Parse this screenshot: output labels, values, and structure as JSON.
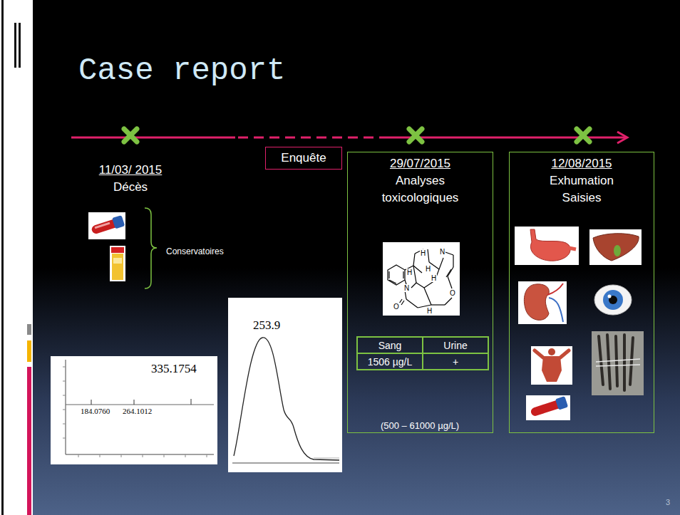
{
  "diagram": {
    "title": "Case report",
    "nodes": [
      {
        "text": [
          "Enquête"
        ]
      },
      {
        "text": [
          "29/07/2015",
          "Analyses toxicologiques"
        ]
      },
      {
        "text": [
          "Sang",
          "Urine",
          "1506 µg/L",
          "+"
        ],
        "in": 1
      },
      {
        "text": [
          "12/08/2015",
          "Exhumation Saisies"
        ]
      }
    ],
    "labels": [
      "11/03/ 2015",
      "Décès",
      "Conservatoires",
      "H",
      "N",
      "H",
      "H",
      "H",
      "N",
      "O",
      "O",
      "H",
      "(500 – 61000 µg/L)",
      "335.1754",
      "184.0760",
      "264.1012",
      "253.9",
      "3"
    ]
  }
}
